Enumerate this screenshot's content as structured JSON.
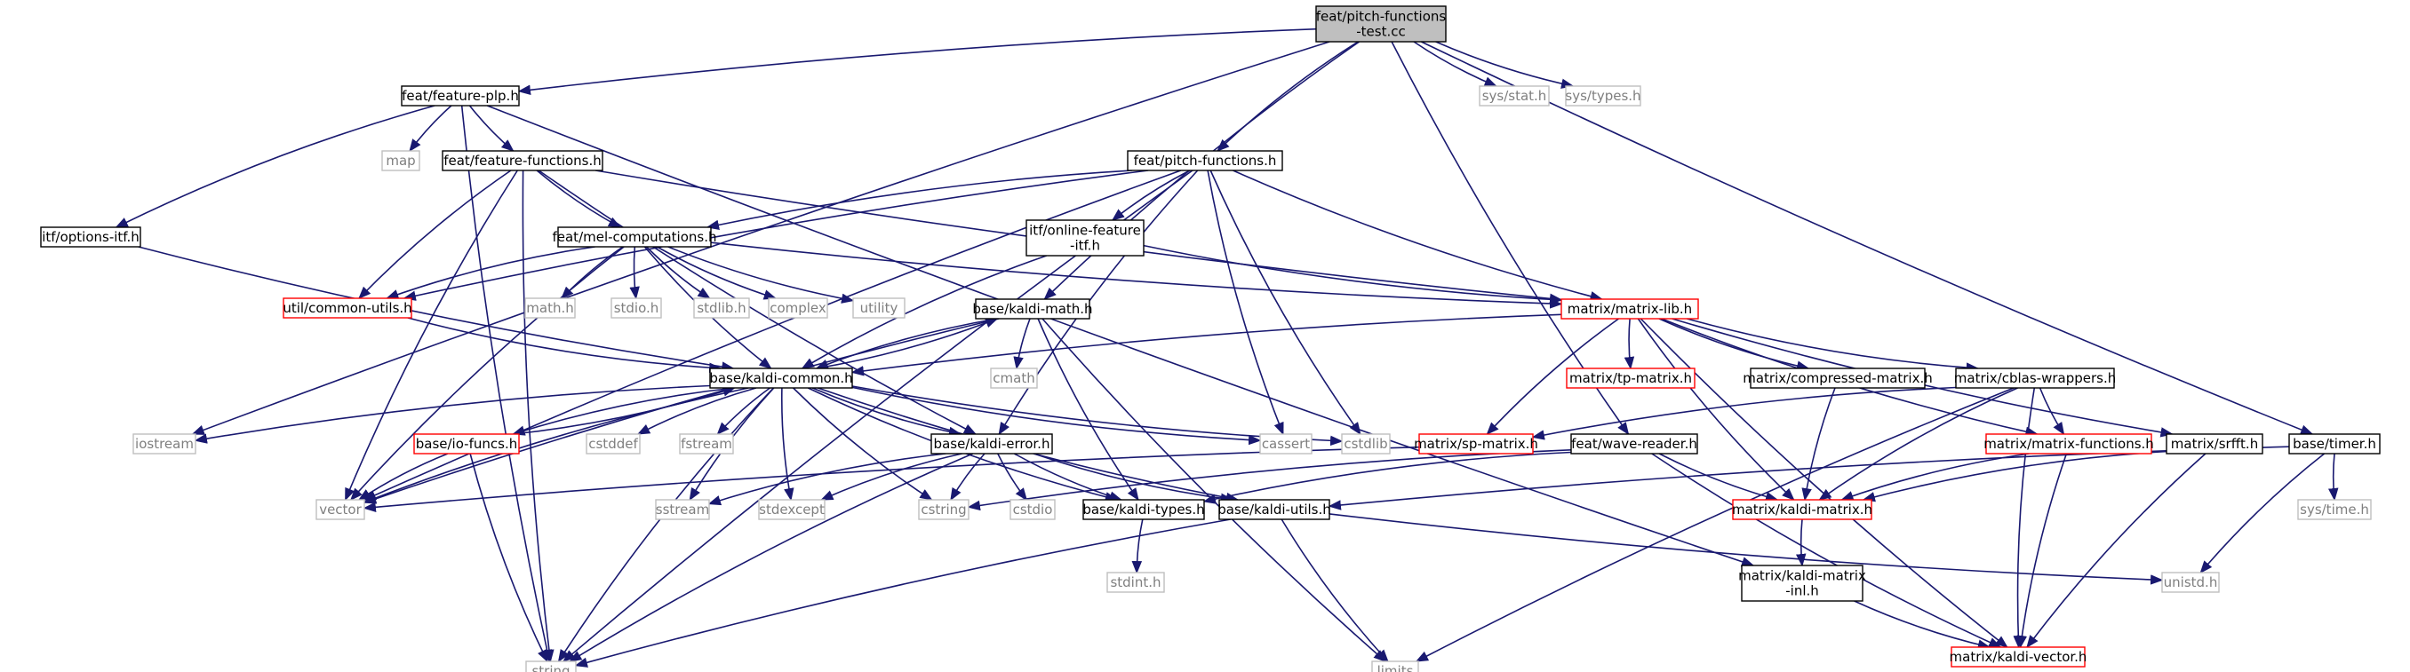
{
  "diagram": {
    "colors": {
      "edge": "#191970",
      "root_fill": "#bfbfbf",
      "root_border": "#000000",
      "normal_border": "#000000",
      "truncated_border": "#ff0000",
      "system_border": "#bfbfbf",
      "system_text": "#7f7f7f",
      "normal_text": "#000000"
    },
    "nodes": [
      {
        "id": "root",
        "lines": [
          "feat/pitch-functions",
          "-test.cc"
        ],
        "kind": "root"
      },
      {
        "id": "feature_plp",
        "lines": [
          "feat/feature-plp.h"
        ],
        "kind": "normal"
      },
      {
        "id": "map",
        "lines": [
          "map"
        ],
        "kind": "system"
      },
      {
        "id": "feature_functions",
        "lines": [
          "feat/feature-functions.h"
        ],
        "kind": "normal"
      },
      {
        "id": "options_itf",
        "lines": [
          "itf/options-itf.h"
        ],
        "kind": "normal"
      },
      {
        "id": "mel",
        "lines": [
          "feat/mel-computations.h"
        ],
        "kind": "normal"
      },
      {
        "id": "common_utils",
        "lines": [
          "util/common-utils.h"
        ],
        "kind": "truncated"
      },
      {
        "id": "math_h",
        "lines": [
          "math.h"
        ],
        "kind": "system"
      },
      {
        "id": "stdio_h",
        "lines": [
          "stdio.h"
        ],
        "kind": "system"
      },
      {
        "id": "stdlib_h",
        "lines": [
          "stdlib.h"
        ],
        "kind": "system"
      },
      {
        "id": "complex",
        "lines": [
          "complex"
        ],
        "kind": "system"
      },
      {
        "id": "utility",
        "lines": [
          "utility"
        ],
        "kind": "system"
      },
      {
        "id": "pitch_functions",
        "lines": [
          "feat/pitch-functions.h"
        ],
        "kind": "normal"
      },
      {
        "id": "online_feature_itf",
        "lines": [
          "itf/online-feature",
          "-itf.h"
        ],
        "kind": "normal"
      },
      {
        "id": "kaldi_math",
        "lines": [
          "base/kaldi-math.h"
        ],
        "kind": "normal"
      },
      {
        "id": "cmath",
        "lines": [
          "cmath"
        ],
        "kind": "system"
      },
      {
        "id": "kaldi_common",
        "lines": [
          "base/kaldi-common.h"
        ],
        "kind": "normal"
      },
      {
        "id": "iostream",
        "lines": [
          "iostream"
        ],
        "kind": "system"
      },
      {
        "id": "cstddef",
        "lines": [
          "cstddef"
        ],
        "kind": "system"
      },
      {
        "id": "fstream",
        "lines": [
          "fstream"
        ],
        "kind": "system"
      },
      {
        "id": "io_funcs",
        "lines": [
          "base/io-funcs.h"
        ],
        "kind": "truncated"
      },
      {
        "id": "vector",
        "lines": [
          "vector"
        ],
        "kind": "system"
      },
      {
        "id": "sstream",
        "lines": [
          "sstream"
        ],
        "kind": "system"
      },
      {
        "id": "stdexcept",
        "lines": [
          "stdexcept"
        ],
        "kind": "system"
      },
      {
        "id": "cstring",
        "lines": [
          "cstring"
        ],
        "kind": "system"
      },
      {
        "id": "cstdio",
        "lines": [
          "cstdio"
        ],
        "kind": "system"
      },
      {
        "id": "kaldi_error",
        "lines": [
          "base/kaldi-error.h"
        ],
        "kind": "normal"
      },
      {
        "id": "kaldi_types",
        "lines": [
          "base/kaldi-types.h"
        ],
        "kind": "normal"
      },
      {
        "id": "kaldi_utils",
        "lines": [
          "base/kaldi-utils.h"
        ],
        "kind": "normal"
      },
      {
        "id": "stdint",
        "lines": [
          "stdint.h"
        ],
        "kind": "system"
      },
      {
        "id": "string",
        "lines": [
          "string"
        ],
        "kind": "system"
      },
      {
        "id": "limits",
        "lines": [
          "limits"
        ],
        "kind": "system"
      },
      {
        "id": "cassert",
        "lines": [
          "cassert"
        ],
        "kind": "system"
      },
      {
        "id": "cstdlib",
        "lines": [
          "cstdlib"
        ],
        "kind": "system"
      },
      {
        "id": "sys_stat",
        "lines": [
          "sys/stat.h"
        ],
        "kind": "system"
      },
      {
        "id": "sys_types",
        "lines": [
          "sys/types.h"
        ],
        "kind": "system"
      },
      {
        "id": "matrix_lib",
        "lines": [
          "matrix/matrix-lib.h"
        ],
        "kind": "truncated"
      },
      {
        "id": "tp_matrix",
        "lines": [
          "matrix/tp-matrix.h"
        ],
        "kind": "truncated"
      },
      {
        "id": "compressed_matrix",
        "lines": [
          "matrix/compressed-matrix.h"
        ],
        "kind": "normal"
      },
      {
        "id": "cblas_wrappers",
        "lines": [
          "matrix/cblas-wrappers.h"
        ],
        "kind": "normal"
      },
      {
        "id": "sp_matrix",
        "lines": [
          "matrix/sp-matrix.h"
        ],
        "kind": "truncated"
      },
      {
        "id": "wave_reader",
        "lines": [
          "feat/wave-reader.h"
        ],
        "kind": "normal"
      },
      {
        "id": "matrix_functions",
        "lines": [
          "matrix/matrix-functions.h"
        ],
        "kind": "truncated"
      },
      {
        "id": "srfft",
        "lines": [
          "matrix/srfft.h"
        ],
        "kind": "normal"
      },
      {
        "id": "kaldi_matrix",
        "lines": [
          "matrix/kaldi-matrix.h"
        ],
        "kind": "truncated"
      },
      {
        "id": "kaldi_matrix_inl",
        "lines": [
          "matrix/kaldi-matrix",
          "-inl.h"
        ],
        "kind": "normal"
      },
      {
        "id": "kaldi_vector",
        "lines": [
          "matrix/kaldi-vector.h"
        ],
        "kind": "truncated"
      },
      {
        "id": "timer",
        "lines": [
          "base/timer.h"
        ],
        "kind": "normal"
      },
      {
        "id": "sys_time",
        "lines": [
          "sys/time.h"
        ],
        "kind": "system"
      },
      {
        "id": "unistd",
        "lines": [
          "unistd.h"
        ],
        "kind": "system"
      }
    ],
    "edges": [
      [
        "root",
        "feature_plp"
      ],
      [
        "root",
        "iostream"
      ],
      [
        "root",
        "kaldi_math"
      ],
      [
        "root",
        "pitch_functions"
      ],
      [
        "root",
        "wave_reader"
      ],
      [
        "root",
        "sys_stat"
      ],
      [
        "root",
        "sys_types"
      ],
      [
        "root",
        "timer"
      ],
      [
        "feature_plp",
        "map"
      ],
      [
        "feature_plp",
        "feature_functions"
      ],
      [
        "feature_plp",
        "options_itf"
      ],
      [
        "feature_plp",
        "string"
      ],
      [
        "feature_plp",
        "kaldi_matrix_inl"
      ],
      [
        "feature_functions",
        "vector"
      ],
      [
        "feature_functions",
        "string"
      ],
      [
        "feature_functions",
        "mel"
      ],
      [
        "feature_functions",
        "common_utils"
      ],
      [
        "feature_functions",
        "matrix_lib"
      ],
      [
        "feature_functions",
        "kaldi_error"
      ],
      [
        "options_itf",
        "kaldi_common"
      ],
      [
        "mel",
        "common_utils"
      ],
      [
        "mel",
        "math_h"
      ],
      [
        "mel",
        "stdio_h"
      ],
      [
        "mel",
        "stdlib_h"
      ],
      [
        "mel",
        "complex"
      ],
      [
        "mel",
        "utility"
      ],
      [
        "mel",
        "vector"
      ],
      [
        "mel",
        "kaldi_common"
      ],
      [
        "mel",
        "matrix_lib"
      ],
      [
        "common_utils",
        "kaldi_common"
      ],
      [
        "pitch_functions",
        "mel"
      ],
      [
        "pitch_functions",
        "online_feature_itf"
      ],
      [
        "pitch_functions",
        "common_utils"
      ],
      [
        "pitch_functions",
        "vector"
      ],
      [
        "pitch_functions",
        "string"
      ],
      [
        "pitch_functions",
        "cassert"
      ],
      [
        "pitch_functions",
        "cstdlib"
      ],
      [
        "pitch_functions",
        "kaldi_error"
      ],
      [
        "pitch_functions",
        "matrix_lib"
      ],
      [
        "online_feature_itf",
        "kaldi_common"
      ],
      [
        "online_feature_itf",
        "matrix_lib"
      ],
      [
        "kaldi_math",
        "kaldi_common"
      ],
      [
        "kaldi_math",
        "cmath"
      ],
      [
        "kaldi_math",
        "limits"
      ],
      [
        "kaldi_math",
        "kaldi_types"
      ],
      [
        "kaldi_math",
        "vector"
      ],
      [
        "kaldi_common",
        "kaldi_math"
      ],
      [
        "kaldi_common",
        "iostream"
      ],
      [
        "kaldi_common",
        "cstddef"
      ],
      [
        "kaldi_common",
        "fstream"
      ],
      [
        "kaldi_common",
        "io_funcs"
      ],
      [
        "kaldi_common",
        "vector"
      ],
      [
        "kaldi_common",
        "string"
      ],
      [
        "kaldi_common",
        "sstream"
      ],
      [
        "kaldi_common",
        "stdexcept"
      ],
      [
        "kaldi_common",
        "cstring"
      ],
      [
        "kaldi_common",
        "kaldi_error"
      ],
      [
        "kaldi_common",
        "kaldi_types"
      ],
      [
        "kaldi_common",
        "kaldi_utils"
      ],
      [
        "kaldi_common",
        "cassert"
      ],
      [
        "kaldi_common",
        "cstdlib"
      ],
      [
        "io_funcs",
        "kaldi_common"
      ],
      [
        "io_funcs",
        "vector"
      ],
      [
        "io_funcs",
        "string"
      ],
      [
        "kaldi_error",
        "sstream"
      ],
      [
        "kaldi_error",
        "stdexcept"
      ],
      [
        "kaldi_error",
        "cstring"
      ],
      [
        "kaldi_error",
        "cstdio"
      ],
      [
        "kaldi_error",
        "string"
      ],
      [
        "kaldi_error",
        "kaldi_types"
      ],
      [
        "kaldi_error",
        "kaldi_utils"
      ],
      [
        "kaldi_types",
        "stdint"
      ],
      [
        "kaldi_utils",
        "string"
      ],
      [
        "kaldi_utils",
        "limits"
      ],
      [
        "kaldi_utils",
        "unistd"
      ],
      [
        "matrix_lib",
        "kaldi_common"
      ],
      [
        "matrix_lib",
        "tp_matrix"
      ],
      [
        "matrix_lib",
        "compressed_matrix"
      ],
      [
        "matrix_lib",
        "cblas_wrappers"
      ],
      [
        "matrix_lib",
        "sp_matrix"
      ],
      [
        "matrix_lib",
        "matrix_functions"
      ],
      [
        "matrix_lib",
        "srfft"
      ],
      [
        "matrix_lib",
        "kaldi_matrix"
      ],
      [
        "matrix_lib",
        "kaldi_vector"
      ],
      [
        "compressed_matrix",
        "kaldi_matrix"
      ],
      [
        "cblas_wrappers",
        "sp_matrix"
      ],
      [
        "cblas_wrappers",
        "matrix_functions"
      ],
      [
        "cblas_wrappers",
        "kaldi_matrix"
      ],
      [
        "cblas_wrappers",
        "limits"
      ],
      [
        "cblas_wrappers",
        "kaldi_vector"
      ],
      [
        "sp_matrix",
        "vector"
      ],
      [
        "wave_reader",
        "cstring"
      ],
      [
        "wave_reader",
        "kaldi_types"
      ],
      [
        "wave_reader",
        "kaldi_matrix"
      ],
      [
        "wave_reader",
        "kaldi_vector"
      ],
      [
        "matrix_functions",
        "kaldi_matrix"
      ],
      [
        "matrix_functions",
        "kaldi_vector"
      ],
      [
        "srfft",
        "kaldi_matrix"
      ],
      [
        "srfft",
        "kaldi_vector"
      ],
      [
        "kaldi_matrix",
        "kaldi_matrix_inl"
      ],
      [
        "kaldi_matrix_inl",
        "kaldi_vector"
      ],
      [
        "timer",
        "kaldi_utils"
      ],
      [
        "timer",
        "sys_time"
      ],
      [
        "timer",
        "unistd"
      ]
    ]
  }
}
